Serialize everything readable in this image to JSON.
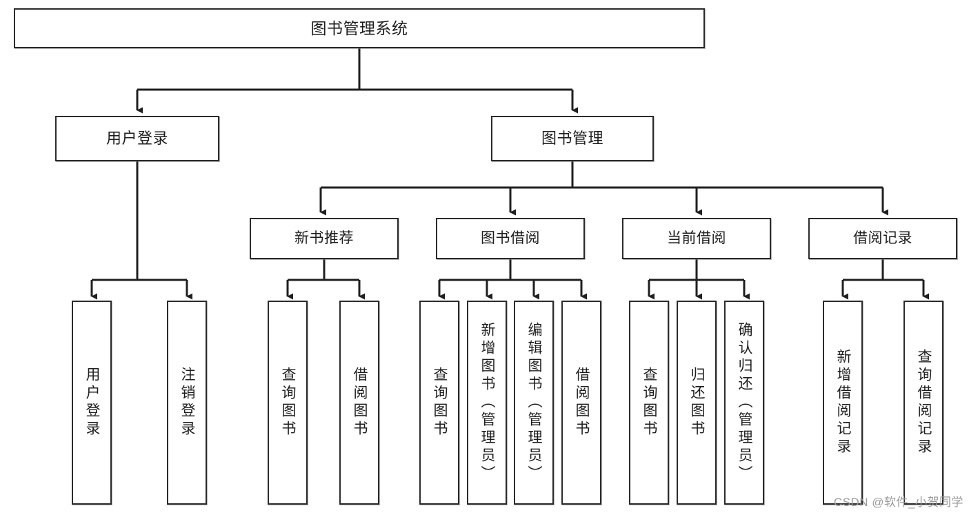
{
  "diagram": {
    "title": "图书管理系统",
    "type": "tree-hierarchy",
    "watermark": "CSDN @软件_小贺同学",
    "colors": {
      "background": "#ffffff",
      "box_border": "#2b2b2b",
      "box_fill": "#ffffff",
      "connector": "#1f1f1f",
      "text": "#1e1e1e",
      "watermark": "#9a9a9a"
    }
  },
  "root": {
    "label": "图书管理系统"
  },
  "level2": [
    {
      "label": "用户登录"
    },
    {
      "label": "图书管理"
    }
  ],
  "level3": [
    {
      "label": "新书推荐"
    },
    {
      "label": "图书借阅"
    },
    {
      "label": "当前借阅"
    },
    {
      "label": "借阅记录"
    }
  ],
  "leaves": {
    "user_login": [
      {
        "label": "用户登录"
      },
      {
        "label": "注销登录"
      }
    ],
    "new_book_recommend": [
      {
        "label": "查询图书"
      },
      {
        "label": "借阅图书"
      }
    ],
    "book_borrow": [
      {
        "label": "查询图书"
      },
      {
        "label": "新增图书（管理员）"
      },
      {
        "label": "编辑图书（管理员）"
      },
      {
        "label": "借阅图书"
      }
    ],
    "current_borrow": [
      {
        "label": "查询图书"
      },
      {
        "label": "归还图书"
      },
      {
        "label": "确认归还（管理员）"
      }
    ],
    "borrow_records": [
      {
        "label": "新增借阅记录"
      },
      {
        "label": "查询借阅记录"
      }
    ]
  }
}
